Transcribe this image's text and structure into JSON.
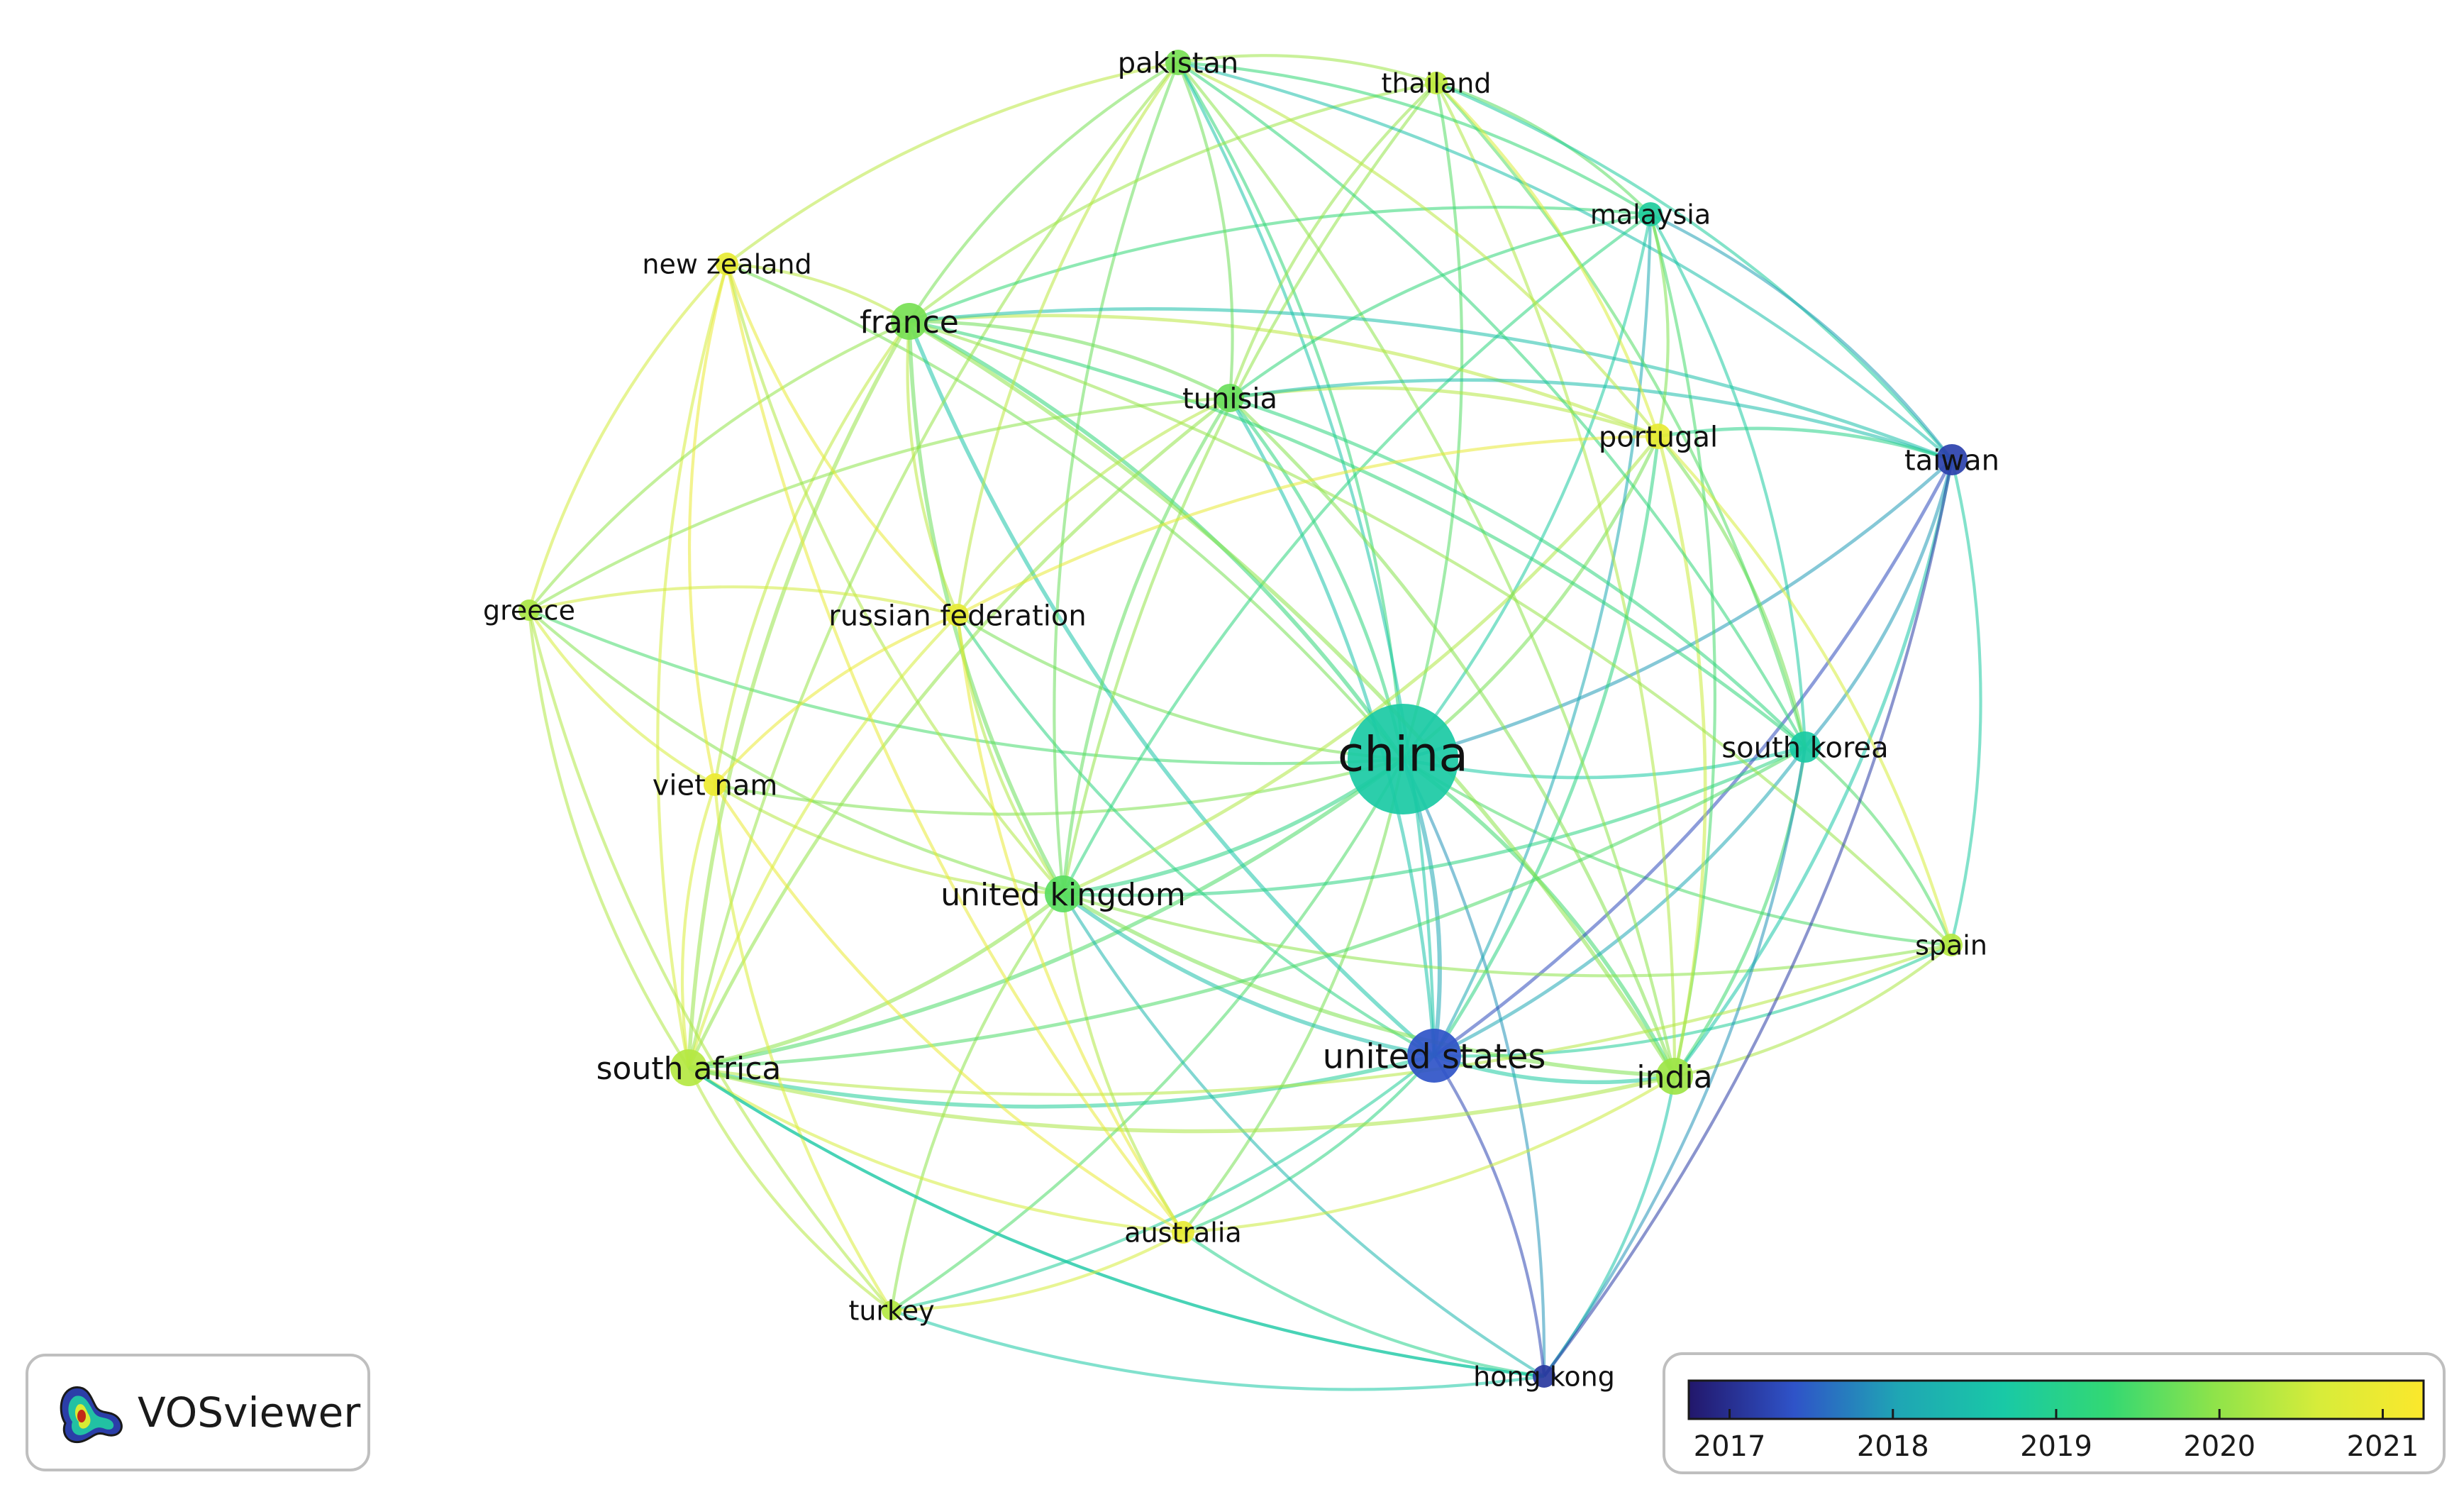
{
  "app": {
    "name": "VOSviewer"
  },
  "colors": {
    "scale": [
      "#22176b",
      "#2f53c8",
      "#1fa6b4",
      "#19c9a6",
      "#33d873",
      "#8ee34a",
      "#d7ec3a",
      "#fbe82c"
    ]
  },
  "legend": {
    "ticks": [
      {
        "label": "2017",
        "value": 2017
      },
      {
        "label": "2018",
        "value": 2018
      },
      {
        "label": "2019",
        "value": 2019
      },
      {
        "label": "2020",
        "value": 2020
      },
      {
        "label": "2021",
        "value": 2021
      }
    ],
    "min": 2016.75,
    "max": 2021.25
  },
  "nodes": [
    {
      "id": "china",
      "label": "china",
      "year": 2018.7,
      "weight": 10
    },
    {
      "id": "united-states",
      "label": "united states",
      "year": 2017.4,
      "weight": 5
    },
    {
      "id": "united-kingdom",
      "label": "united kingdom",
      "year": 2019.6,
      "weight": 4.5
    },
    {
      "id": "india",
      "label": "india",
      "year": 2020.1,
      "weight": 4.5
    },
    {
      "id": "south-africa",
      "label": "south africa",
      "year": 2020.3,
      "weight": 4.5
    },
    {
      "id": "france",
      "label": "france",
      "year": 2019.8,
      "weight": 4.5
    },
    {
      "id": "south-korea",
      "label": "south korea",
      "year": 2018.7,
      "weight": 3.5
    },
    {
      "id": "tunisia",
      "label": "tunisia",
      "year": 2019.7,
      "weight": 3.5
    },
    {
      "id": "portugal",
      "label": "portugal",
      "year": 2020.9,
      "weight": 3.5
    },
    {
      "id": "taiwan",
      "label": "taiwan",
      "year": 2017.2,
      "weight": 3.5
    },
    {
      "id": "pakistan",
      "label": "pakistan",
      "year": 2019.8,
      "weight": 3
    },
    {
      "id": "thailand",
      "label": "thailand",
      "year": 2020.4,
      "weight": 3
    },
    {
      "id": "malaysia",
      "label": "malaysia",
      "year": 2018.8,
      "weight": 3
    },
    {
      "id": "new-zealand",
      "label": "new zealand",
      "year": 2020.9,
      "weight": 3
    },
    {
      "id": "greece",
      "label": "greece",
      "year": 2020.2,
      "weight": 3
    },
    {
      "id": "russian-federation",
      "label": "russian federation",
      "year": 2020.9,
      "weight": 3
    },
    {
      "id": "viet-nam",
      "label": "viet nam",
      "year": 2021.0,
      "weight": 3
    },
    {
      "id": "spain",
      "label": "spain",
      "year": 2020.3,
      "weight": 3
    },
    {
      "id": "australia",
      "label": "australia",
      "year": 2020.9,
      "weight": 3
    },
    {
      "id": "turkey",
      "label": "turkey",
      "year": 2020.3,
      "weight": 3
    },
    {
      "id": "hong-kong",
      "label": "hong kong",
      "year": 2017.1,
      "weight": 3
    }
  ],
  "links": [
    [
      "china",
      "united-states"
    ],
    [
      "china",
      "united-kingdom"
    ],
    [
      "china",
      "india"
    ],
    [
      "china",
      "south-africa"
    ],
    [
      "china",
      "france"
    ],
    [
      "china",
      "south-korea"
    ],
    [
      "china",
      "tunisia"
    ],
    [
      "china",
      "portugal"
    ],
    [
      "china",
      "taiwan"
    ],
    [
      "china",
      "pakistan"
    ],
    [
      "china",
      "thailand"
    ],
    [
      "china",
      "malaysia"
    ],
    [
      "china",
      "new-zealand"
    ],
    [
      "china",
      "greece"
    ],
    [
      "china",
      "russian-federation"
    ],
    [
      "china",
      "viet-nam"
    ],
    [
      "china",
      "spain"
    ],
    [
      "china",
      "australia"
    ],
    [
      "china",
      "turkey"
    ],
    [
      "china",
      "hong-kong"
    ],
    [
      "united-states",
      "united-kingdom"
    ],
    [
      "united-states",
      "india"
    ],
    [
      "united-states",
      "south-africa"
    ],
    [
      "united-states",
      "france"
    ],
    [
      "united-states",
      "south-korea"
    ],
    [
      "united-states",
      "tunisia"
    ],
    [
      "united-states",
      "taiwan"
    ],
    [
      "united-states",
      "pakistan"
    ],
    [
      "united-states",
      "malaysia"
    ],
    [
      "united-states",
      "hong-kong"
    ],
    [
      "united-states",
      "australia"
    ],
    [
      "united-states",
      "portugal"
    ],
    [
      "united-states",
      "spain"
    ],
    [
      "united-states",
      "russian-federation"
    ],
    [
      "united-states",
      "turkey"
    ],
    [
      "united-kingdom",
      "india"
    ],
    [
      "united-kingdom",
      "south-africa"
    ],
    [
      "united-kingdom",
      "france"
    ],
    [
      "united-kingdom",
      "tunisia"
    ],
    [
      "united-kingdom",
      "pakistan"
    ],
    [
      "united-kingdom",
      "south-korea"
    ],
    [
      "united-kingdom",
      "australia"
    ],
    [
      "united-kingdom",
      "greece"
    ],
    [
      "united-kingdom",
      "viet-nam"
    ],
    [
      "united-kingdom",
      "turkey"
    ],
    [
      "united-kingdom",
      "hong-kong"
    ],
    [
      "united-kingdom",
      "new-zealand"
    ],
    [
      "united-kingdom",
      "malaysia"
    ],
    [
      "united-kingdom",
      "thailand"
    ],
    [
      "united-kingdom",
      "russian-federation"
    ],
    [
      "united-kingdom",
      "portugal"
    ],
    [
      "united-kingdom",
      "spain"
    ],
    [
      "india",
      "south-korea"
    ],
    [
      "india",
      "france"
    ],
    [
      "india",
      "south-africa"
    ],
    [
      "india",
      "pakistan"
    ],
    [
      "india",
      "malaysia"
    ],
    [
      "india",
      "taiwan"
    ],
    [
      "india",
      "spain"
    ],
    [
      "india",
      "tunisia"
    ],
    [
      "india",
      "portugal"
    ],
    [
      "india",
      "hong-kong"
    ],
    [
      "india",
      "australia"
    ],
    [
      "india",
      "thailand"
    ],
    [
      "south-africa",
      "france"
    ],
    [
      "south-africa",
      "greece"
    ],
    [
      "south-africa",
      "viet-nam"
    ],
    [
      "south-africa",
      "new-zealand"
    ],
    [
      "south-africa",
      "tunisia"
    ],
    [
      "south-africa",
      "turkey"
    ],
    [
      "south-africa",
      "australia"
    ],
    [
      "south-africa",
      "pakistan"
    ],
    [
      "south-africa",
      "russian-federation"
    ],
    [
      "south-africa",
      "south-korea"
    ],
    [
      "south-africa",
      "hong-kong"
    ],
    [
      "south-africa",
      "spain"
    ],
    [
      "france",
      "tunisia"
    ],
    [
      "france",
      "pakistan"
    ],
    [
      "france",
      "thailand"
    ],
    [
      "france",
      "new-zealand"
    ],
    [
      "france",
      "greece"
    ],
    [
      "france",
      "russian-federation"
    ],
    [
      "france",
      "viet-nam"
    ],
    [
      "france",
      "portugal"
    ],
    [
      "france",
      "malaysia"
    ],
    [
      "france",
      "south-korea"
    ],
    [
      "france",
      "spain"
    ],
    [
      "france",
      "taiwan"
    ],
    [
      "south-korea",
      "taiwan"
    ],
    [
      "south-korea",
      "malaysia"
    ],
    [
      "south-korea",
      "pakistan"
    ],
    [
      "south-korea",
      "tunisia"
    ],
    [
      "south-korea",
      "hong-kong"
    ],
    [
      "south-korea",
      "spain"
    ],
    [
      "south-korea",
      "portugal"
    ],
    [
      "south-korea",
      "thailand"
    ],
    [
      "tunisia",
      "pakistan"
    ],
    [
      "tunisia",
      "thailand"
    ],
    [
      "tunisia",
      "malaysia"
    ],
    [
      "tunisia",
      "portugal"
    ],
    [
      "tunisia",
      "russian-federation"
    ],
    [
      "tunisia",
      "taiwan"
    ],
    [
      "tunisia",
      "greece"
    ],
    [
      "pakistan",
      "thailand"
    ],
    [
      "pakistan",
      "malaysia"
    ],
    [
      "pakistan",
      "new-zealand"
    ],
    [
      "pakistan",
      "russian-federation"
    ],
    [
      "pakistan",
      "taiwan"
    ],
    [
      "pakistan",
      "portugal"
    ],
    [
      "thailand",
      "malaysia"
    ],
    [
      "thailand",
      "taiwan"
    ],
    [
      "thailand",
      "portugal"
    ],
    [
      "malaysia",
      "taiwan"
    ],
    [
      "malaysia",
      "portugal"
    ],
    [
      "new-zealand",
      "greece"
    ],
    [
      "new-zealand",
      "russian-federation"
    ],
    [
      "new-zealand",
      "viet-nam"
    ],
    [
      "new-zealand",
      "australia"
    ],
    [
      "greece",
      "russian-federation"
    ],
    [
      "greece",
      "viet-nam"
    ],
    [
      "greece",
      "turkey"
    ],
    [
      "russian-federation",
      "viet-nam"
    ],
    [
      "russian-federation",
      "australia"
    ],
    [
      "russian-federation",
      "portugal"
    ],
    [
      "viet-nam",
      "australia"
    ],
    [
      "viet-nam",
      "turkey"
    ],
    [
      "taiwan",
      "hong-kong"
    ],
    [
      "taiwan",
      "spain"
    ],
    [
      "taiwan",
      "portugal"
    ],
    [
      "hong-kong",
      "turkey"
    ],
    [
      "hong-kong",
      "australia"
    ],
    [
      "hong-kong",
      "south-africa"
    ],
    [
      "australia",
      "turkey"
    ],
    [
      "spain",
      "portugal"
    ]
  ]
}
